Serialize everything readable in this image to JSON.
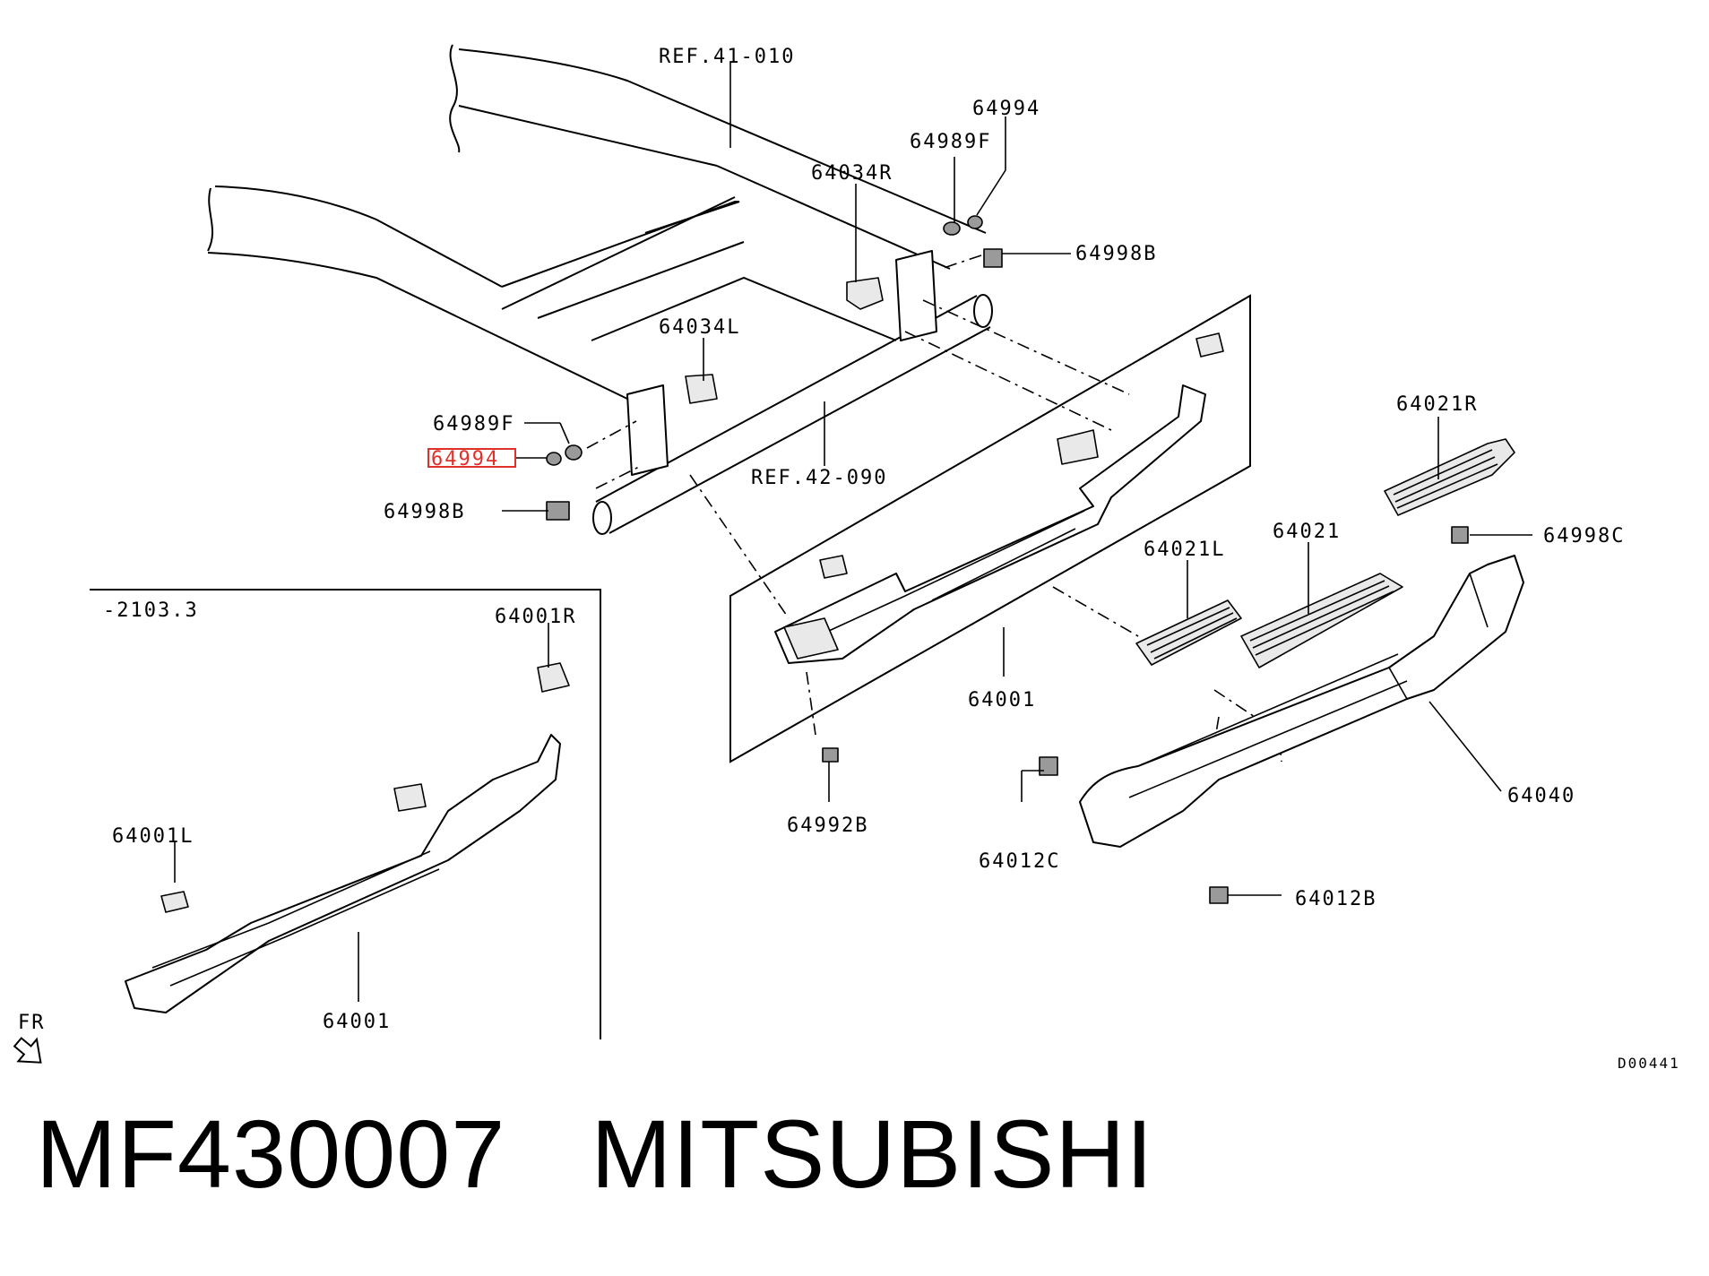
{
  "labels": {
    "ref_41_010": "REF.41-010",
    "p64994_top": "64994",
    "p64989F_top": "64989F",
    "p64034R": "64034R",
    "p64998B_top": "64998B",
    "p64034L": "64034L",
    "p64989F_left": "64989F",
    "p64994_left": "64994",
    "ref_42_090": "REF.42-090",
    "p64998B_left": "64998B",
    "p64021R": "64021R",
    "p64998C": "64998C",
    "p64021L": "64021L",
    "p64021": "64021",
    "inset_ref": "-2103.3",
    "p64001R": "64001R",
    "p64001_center": "64001",
    "p64040": "64040",
    "p64001L": "64001L",
    "p64992B": "64992B",
    "p64012C": "64012C",
    "p64012B": "64012B",
    "p64001_inset": "64001",
    "fr": "FR",
    "diagram_code": "D00441"
  },
  "caption": {
    "part_number": "MF430007",
    "brand": "MITSUBISHI"
  },
  "highlight_color": "#e0302a"
}
